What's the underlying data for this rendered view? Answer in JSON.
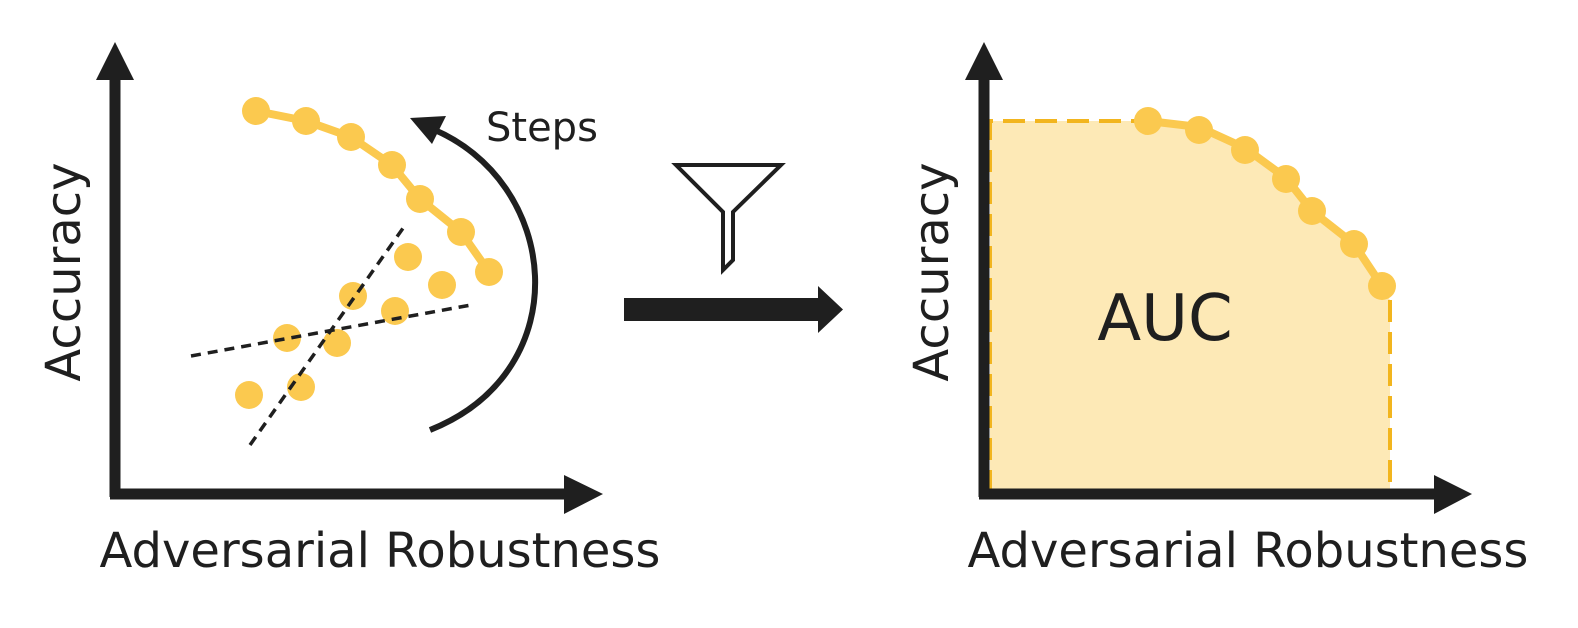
{
  "colors": {
    "axis": "#1f1f1f",
    "point": "#fbc94f",
    "fill": "#fde9b6",
    "dashed_edge": "#f2b51e"
  },
  "left_panel": {
    "y_label": "Accuracy",
    "x_label": "Adversarial Robustness",
    "steps_label": "Steps",
    "icons": [
      "curved-arrow-icon"
    ]
  },
  "middle": {
    "icons": [
      "funnel-icon",
      "right-arrow-icon"
    ]
  },
  "right_panel": {
    "y_label": "Accuracy",
    "x_label": "Adversarial Robustness",
    "area_label": "AUC"
  }
}
